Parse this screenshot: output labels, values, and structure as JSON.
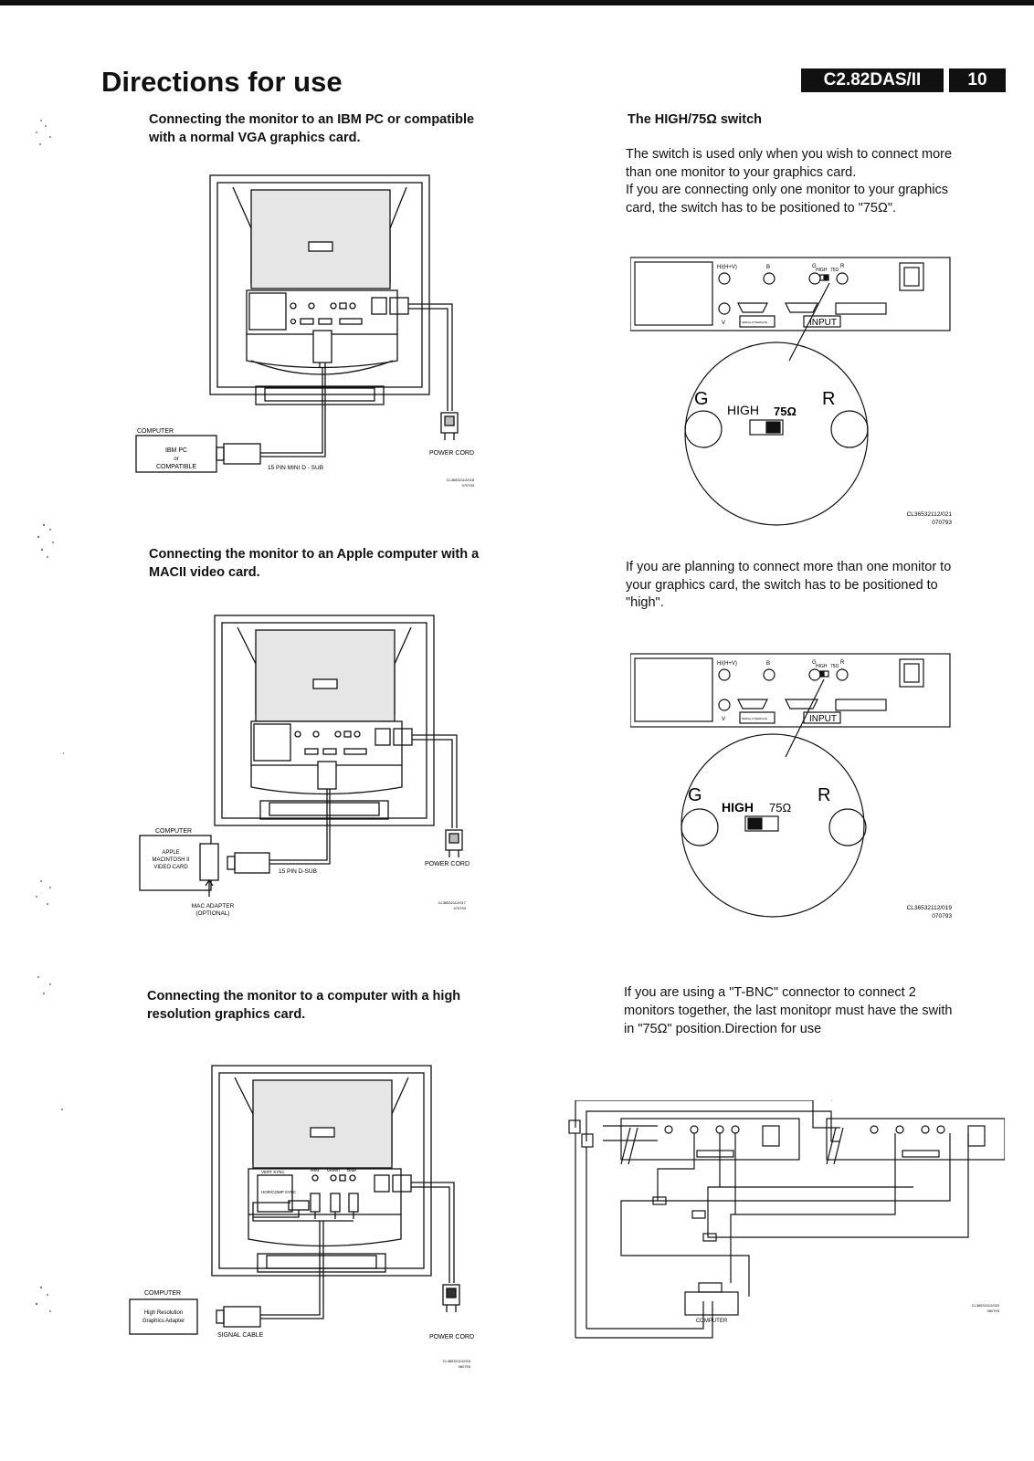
{
  "header": {
    "title": "Directions for use",
    "model": "C2.82DAS/II",
    "page_number": "10"
  },
  "sections": {
    "ibm": {
      "heading_line1": "Connecting the monitor to an IBM PC or compatible",
      "heading_line2": "with a normal VGA graphics card.",
      "label_computer": "COMPUTER",
      "label_device_1": "IBM PC",
      "label_device_2": "or",
      "label_device_3": "COMPATIBLE",
      "label_cable": "15 PIN MINI D - SUB",
      "label_power": "POWER CORD",
      "code_1": "CL36532112/018",
      "code_2": "070793"
    },
    "apple": {
      "heading_line1": "Connecting the monitor to an Apple computer with a",
      "heading_line2": "MACII video card.",
      "label_computer": "COMPUTER",
      "label_device_1": "APPLE",
      "label_device_2": "MACINTOSH II",
      "label_device_3": "VIDEO CARD",
      "label_cable": "15 PIN D-SUB",
      "label_power": "POWER CORD",
      "label_adapter_1": "MAC ADAPTER",
      "label_adapter_2": "(OPTIONAL)",
      "code_1": "CL36532112/017",
      "code_2": "070793"
    },
    "hires": {
      "heading_line1": "Connecting the monitor to a computer with a high",
      "heading_line2": "resolution graphics card.",
      "label_computer": "COMPUTER",
      "label_device_1": "High Resolution",
      "label_device_2": "Graphics Adapter",
      "label_cable": "SIGNAL CABLE",
      "label_power": "POWER CORD",
      "label_vert": "VERT SYNC",
      "label_hor": "HOR/COMP SYNC",
      "label_red": "Red",
      "label_green": "Green",
      "label_blue": "Blue",
      "code_1": "CL36532112/015",
      "code_2": "060793"
    },
    "switch": {
      "heading": "The HIGH/75Ω switch",
      "para1_line1": "The switch is used only when you wish to connect more",
      "para1_line2": "than one monitor to your graphics card.",
      "para1_line3": "If you are connecting only one monitor to your graphics",
      "para1_line4": "card, the switch has to be positioned to \"75Ω\".",
      "para2_line1": "If you are planning to connect more than one monitor to",
      "para2_line2": "your graphics card, the switch has to be positioned to",
      "para2_line3": "\"high\".",
      "para3_line1": "If you are using a \"T-BNC\" connector to connect 2",
      "para3_line2": "monitors together, the last monitopr must have the swith",
      "para3_line3": "in \"75Ω\" position.Direction for use",
      "panel_hv": "H/(H+V)",
      "panel_b": "B",
      "panel_g": "G",
      "panel_high": "HIGH",
      "panel_75": "75Ω",
      "panel_r": "R",
      "panel_v": "V",
      "panel_serial": "SERIAL INTERFACE",
      "panel_input": "INPUT",
      "zoom_g": "G",
      "zoom_high": "HIGH",
      "zoom_75": "75Ω",
      "zoom_r": "R",
      "code_a_1": "CL36532112/021",
      "code_a_2": "070793",
      "code_b_1": "CL36532112/019",
      "code_b_2": "070793",
      "label_tbnc_computer": "COMPUTER",
      "code_c_1": "CL36532112/020",
      "code_c_2": "060793"
    }
  }
}
